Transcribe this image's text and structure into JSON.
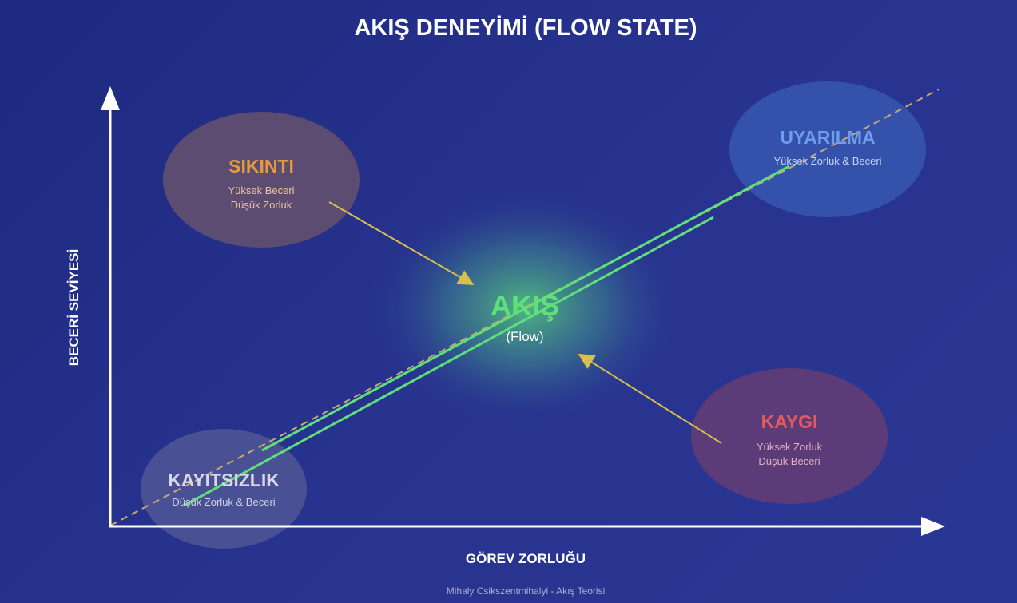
{
  "title": "AKIŞ DENEYİMİ (FLOW STATE)",
  "axes": {
    "x_label": "GÖREV ZORLUĞU",
    "y_label": "BECERİ SEVİYESİ"
  },
  "zones": {
    "boredom": {
      "title": "SIKINTI",
      "line1": "Yüksek Beceri",
      "line2": "Düşük Zorluk",
      "color": "#e39a3e"
    },
    "arousal": {
      "title": "UYARILMA",
      "line1": "Yüksek Zorluk & Beceri",
      "color": "#6f9de8"
    },
    "flow": {
      "title": "AKIŞ",
      "subtitle": "(Flow)",
      "color": "#5ee07a"
    },
    "anxiety": {
      "title": "KAYGI",
      "line1": "Yüksek Zorluk",
      "line2": "Düşük Beceri",
      "color": "#e55a5a"
    },
    "apathy": {
      "title": "KAYITSIZLIK",
      "line1": "Düşük Zorluk & Beceri",
      "color": "#d8d8e8"
    }
  },
  "footer": "Mihaly Csikszentmihalyi - Akış Teorisi"
}
